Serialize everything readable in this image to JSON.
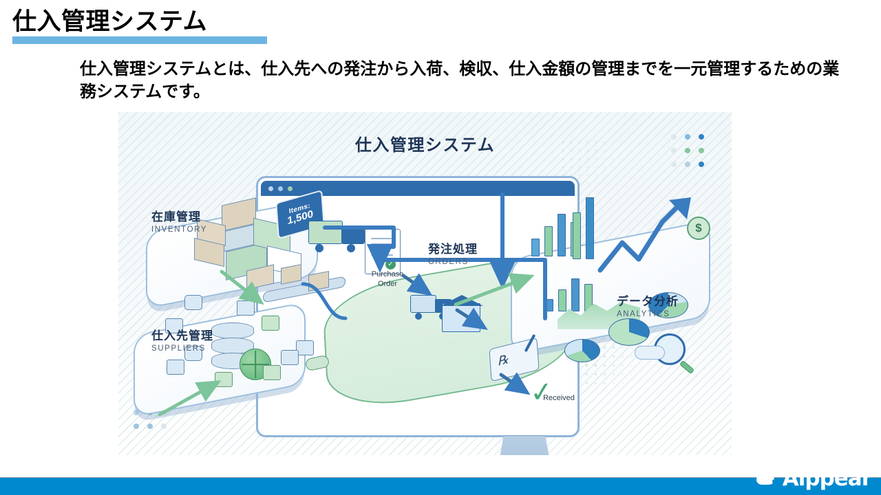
{
  "slide": {
    "title": "仕入管理システム",
    "body": "仕入管理システムとは、仕入先への発注から入荷、検収、仕入金額の管理までを一元管理するための業務システムです。",
    "accent_color": "#6BB5E2",
    "footer_color": "#0089CF"
  },
  "illustration": {
    "title": "仕入管理システム",
    "modules": [
      {
        "jp": "在庫管理",
        "en": "INVENTORY"
      },
      {
        "jp": "仕入先管理",
        "en": "SUPPLIERS"
      },
      {
        "jp": "発注処理",
        "en": "ORDERS"
      },
      {
        "jp": "データ分析",
        "en": "ANALYTICS"
      }
    ],
    "inventory_sign": {
      "key": "Items:",
      "value": "1,500"
    },
    "small_labels": {
      "purchase_order": "Purchase Order",
      "received": "Received"
    },
    "coin_symbol": "$",
    "check_symbol": "✓",
    "doc_check": "✓"
  },
  "footer": {
    "logo_text": "Aippear"
  }
}
